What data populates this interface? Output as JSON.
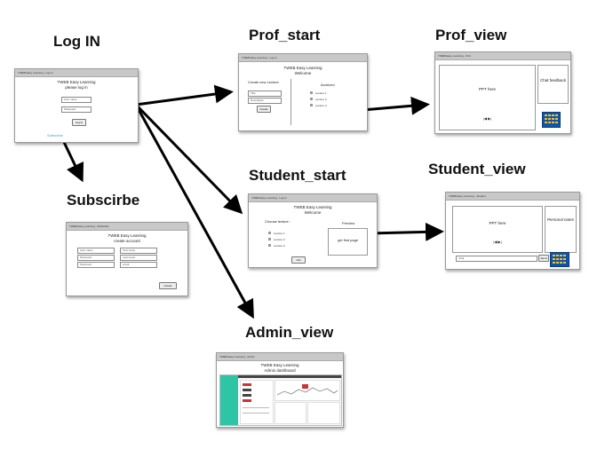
{
  "titles": {
    "login": "Log IN",
    "prof_start": "Prof_start",
    "prof_view": "Prof_view",
    "student_start": "Student_start",
    "student_view": "Student_view",
    "subscribe": "Subscirbe",
    "admin_view": "Admin_view"
  },
  "login_window": {
    "bar": "TWEB Easy Learning - Log In",
    "heading": "TWEB Easy Learning",
    "subheading": "please log in",
    "user_field": "User name",
    "password_field": "Password",
    "button": "Log In",
    "subscribe_link": "Subscribe"
  },
  "prof_start_window": {
    "bar": "TWEB Easy Learning - Log In",
    "heading": "TWEB Easy Learning",
    "subheading": "Welcome",
    "create_label": "Create new Lecture",
    "field1": "Title",
    "field2": "Description",
    "button": "Create",
    "archived_label": "Archived",
    "lectures": [
      "Lecture 1",
      "Lecture 2",
      "Lecture 3"
    ]
  },
  "prof_view_window": {
    "bar": "TWEB Easy Learning - Prof",
    "ppt": "PPT here",
    "chat": "Chat feedback",
    "controls": "|◀   ▶|"
  },
  "student_start_window": {
    "bar": "TWEB Easy Learning - Log In",
    "heading": "TWEB Easy Learning",
    "subheading": "Welcome",
    "choose_label": "Choose lecture :",
    "preview_label": "Preview",
    "preview_box": "ppt first page",
    "lectures": [
      "Lecture 1",
      "Lecture 2",
      "Lecture 3"
    ],
    "button": "Join"
  },
  "student_view_window": {
    "bar": "TWEB Easy Learning - Student",
    "ppt": "PPT here",
    "notes": "Personal notes",
    "controls": "|◀   ▶|",
    "chat_field": "Chat",
    "send_button": "Send"
  },
  "subscribe_window": {
    "bar": "TWEB Easy Learning - Subscribe",
    "heading": "TWEB Easy Learning",
    "subheading": "create account",
    "fields_left": [
      "User name",
      "Password",
      "Password"
    ],
    "fields_right": [
      "First name",
      "Last name",
      "email"
    ],
    "button": "Create"
  },
  "admin_window": {
    "bar": "TWEB Easy Learning - Admin",
    "heading": "TWEB Easy Learning",
    "subheading": "Admin dashboard"
  },
  "colors": {
    "arrow": "#000000",
    "link": "#3aa0d8",
    "grid_icon": "#1155aa",
    "admin_sidebar": "#2ec4a6"
  }
}
